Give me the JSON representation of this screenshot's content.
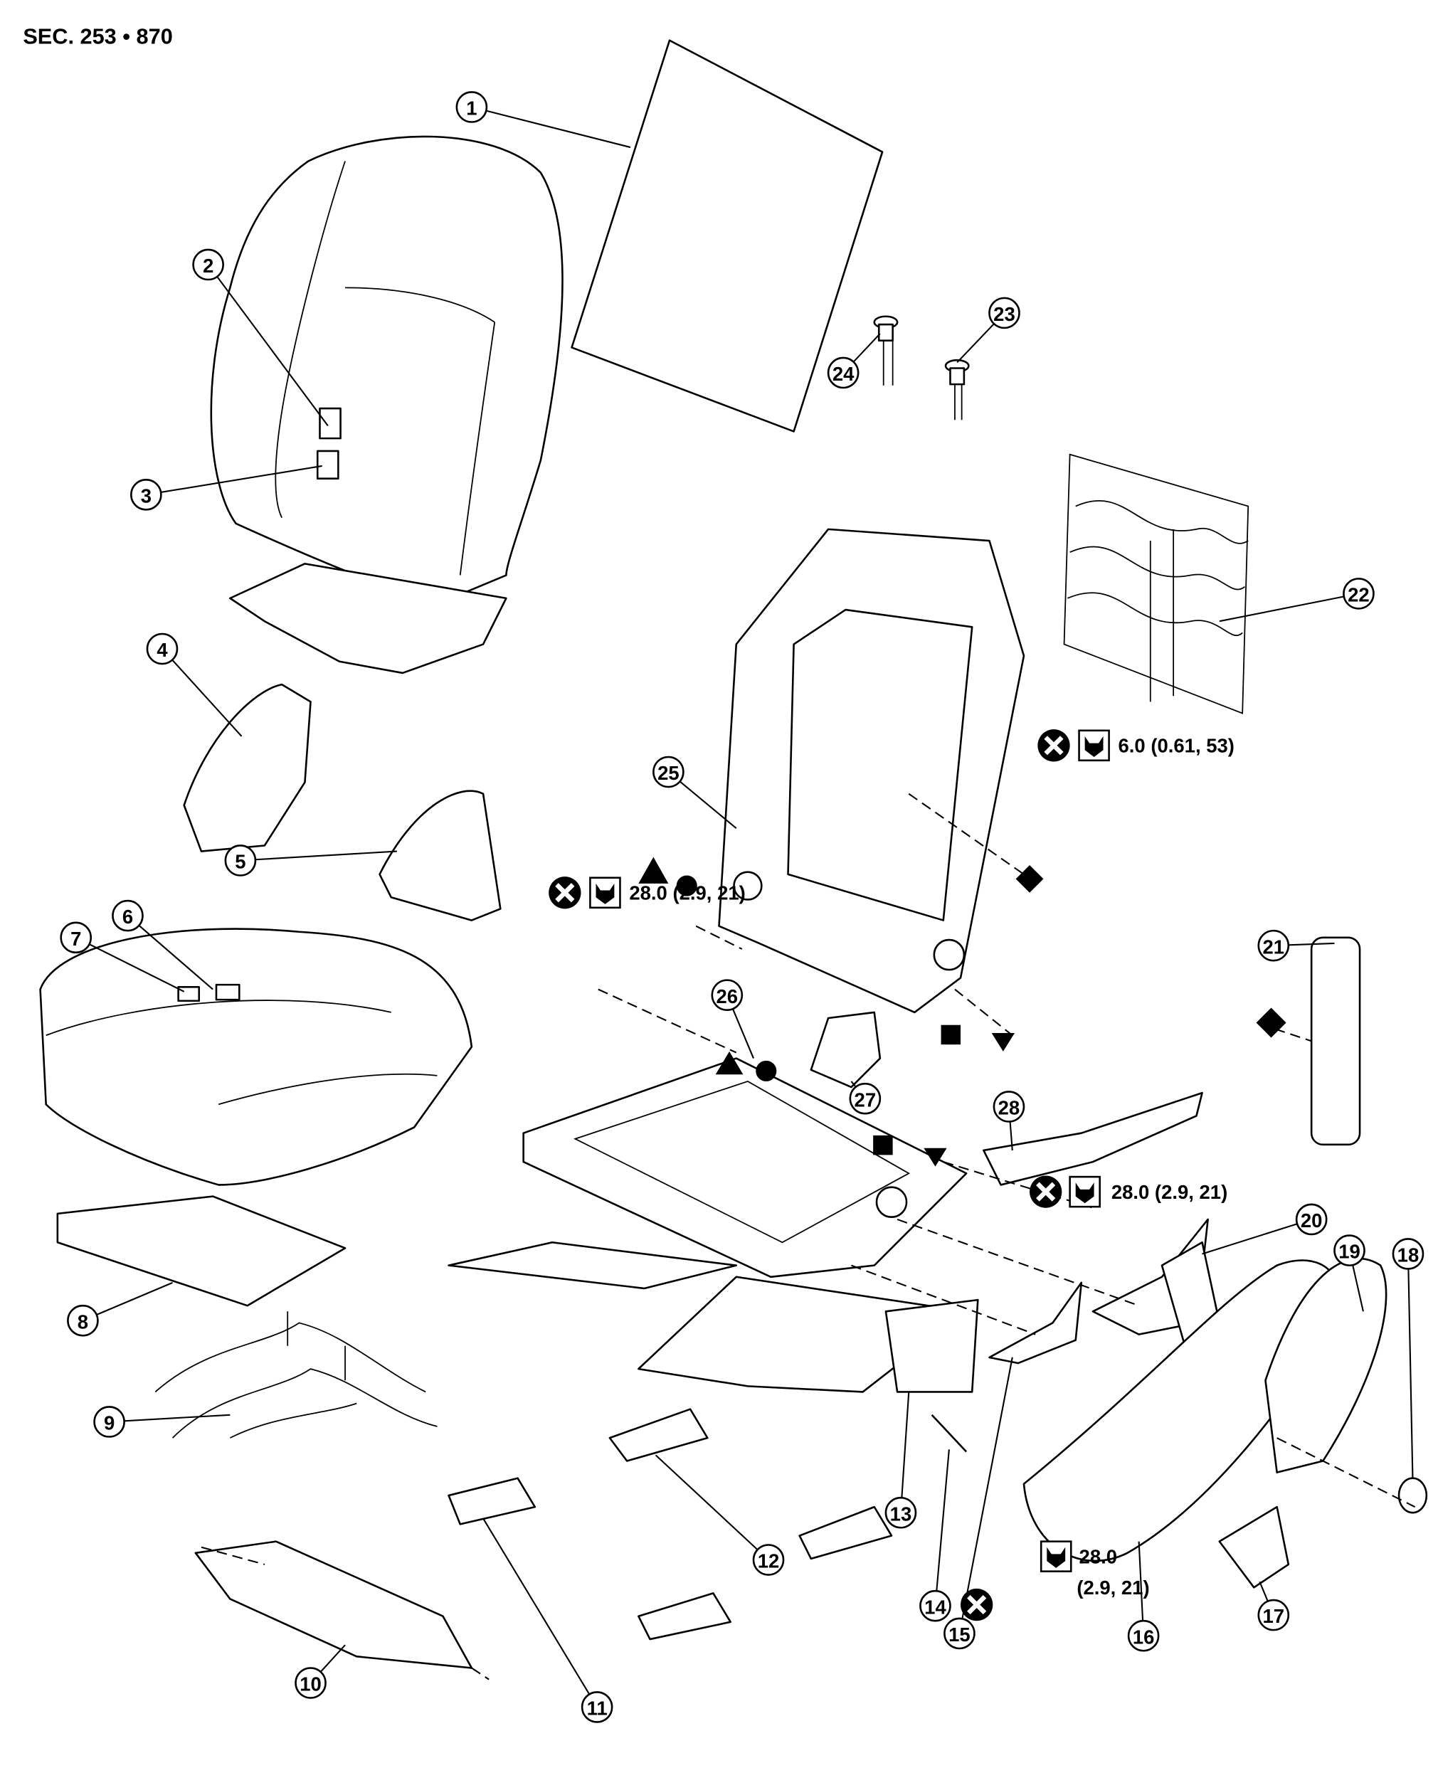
{
  "header": {
    "section": "SEC. 253 • 870"
  },
  "callouts": [
    "1",
    "2",
    "3",
    "4",
    "5",
    "6",
    "7",
    "8",
    "9",
    "10",
    "11",
    "12",
    "13",
    "14",
    "15",
    "16",
    "17",
    "18",
    "19",
    "20",
    "21",
    "22",
    "23",
    "24",
    "25",
    "26",
    "27",
    "28"
  ],
  "torque_labels": {
    "backframe_bolt": "6.0 (0.61, 53)",
    "front_bolt": "28.0 (2.9, 21)",
    "rear_bolt": "28.0 (2.9, 21)",
    "lower_bolt_line1": "28.0",
    "lower_bolt_line2": "(2.9, 21)"
  },
  "symbols": {
    "do_not_reuse": "x-circle-icon",
    "torque": "torque-wrench-icon",
    "clip": "clip-triangle-icon",
    "markers": [
      "triangle-up",
      "circle",
      "square",
      "triangle-down",
      "diamond"
    ]
  },
  "colors": {
    "line": "#000000",
    "background": "#ffffff"
  }
}
